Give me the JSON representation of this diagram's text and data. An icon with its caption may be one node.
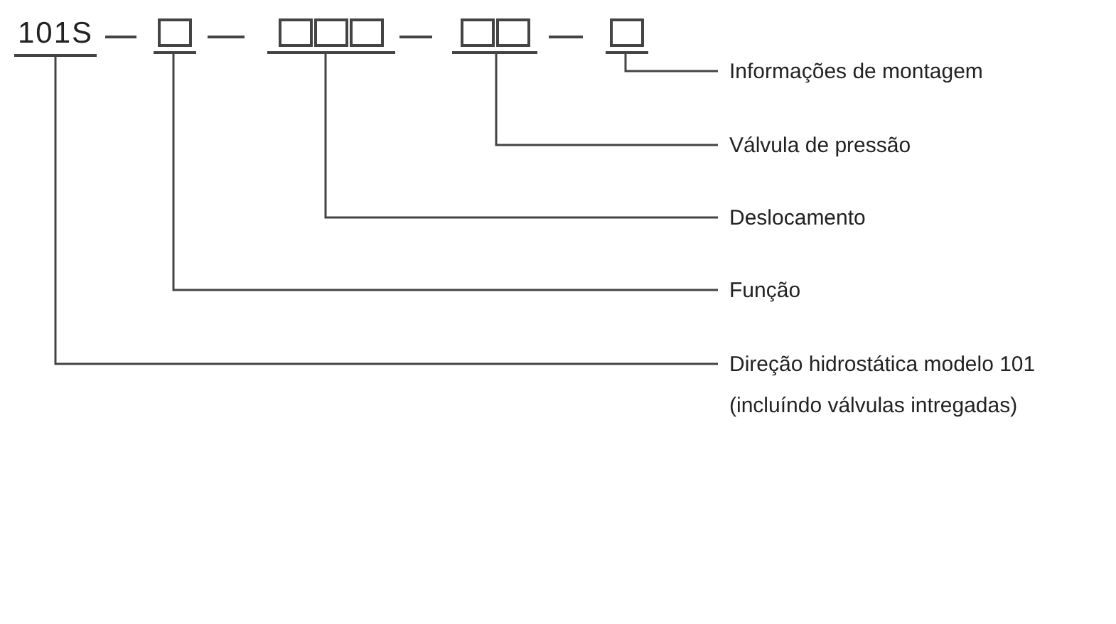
{
  "diagram": {
    "nodes": [
      {
        "text": [
          "101S"
        ]
      },
      {
        "text": [],
        "shape": "box"
      },
      {
        "text": [],
        "shape": "box"
      },
      {
        "text": [],
        "shape": "box"
      },
      {
        "text": [],
        "shape": "box"
      },
      {
        "text": [
          "Informações de montagem"
        ]
      },
      {
        "text": [
          "Válvula de pressão"
        ]
      },
      {
        "text": [
          "Deslocamento"
        ]
      },
      {
        "text": [
          "Função"
        ]
      },
      {
        "text": [
          "Direção hidrostática modelo 101 (incluíndo válvulas intregadas)"
        ]
      }
    ],
    "edges": [
      {
        "from": 4,
        "to": 5,
        "arrow": "none"
      },
      {
        "from": 3,
        "to": 6,
        "arrow": "none"
      },
      {
        "from": 2,
        "to": 7,
        "arrow": "none"
      },
      {
        "from": 1,
        "to": 8,
        "arrow": "none"
      },
      {
        "from": 0,
        "to": 9,
        "arrow": "none"
      }
    ]
  }
}
